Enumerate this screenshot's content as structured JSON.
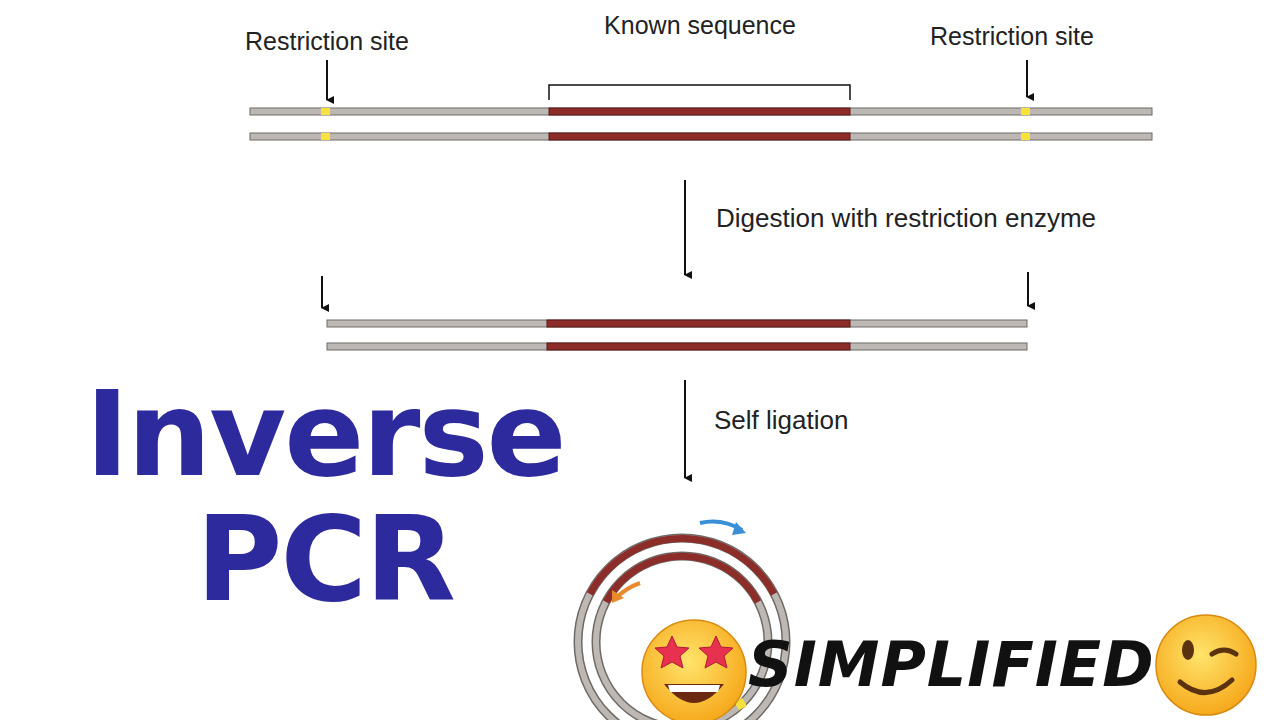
{
  "diagram": {
    "title": "Inverse PCR",
    "labels": [
      "Restriction site",
      "Known sequence",
      "Restriction site",
      "Digestion with restriction enzyme",
      "Self ligation",
      "SIMPLIFIED"
    ]
  }
}
